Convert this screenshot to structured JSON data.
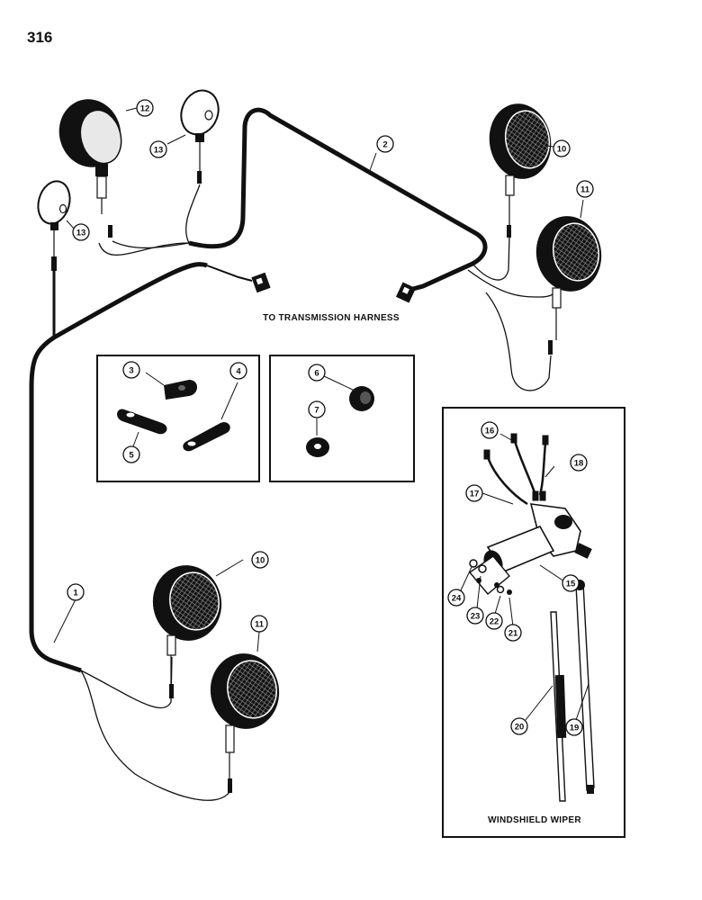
{
  "page_number": "316",
  "labels": {
    "transmission_harness": "TO TRANSMISSION HARNESS",
    "windshield_wiper": "WINDSHIELD WIPER"
  },
  "callouts": {
    "c1": "1",
    "c2": "2",
    "c3": "3",
    "c4": "4",
    "c5": "5",
    "c6": "6",
    "c7": "7",
    "c10a": "10",
    "c11a": "11",
    "c12": "12",
    "c13a": "13",
    "c13b": "13",
    "c10b": "10",
    "c11b": "11",
    "c15": "15",
    "c16": "16",
    "c17": "17",
    "c18": "18",
    "c19": "19",
    "c20": "20",
    "c21": "21",
    "c22": "22",
    "c23": "23",
    "c24": "24"
  },
  "colors": {
    "ink": "#111111",
    "paper": "#ffffff",
    "lens": "#e8e8e8"
  }
}
